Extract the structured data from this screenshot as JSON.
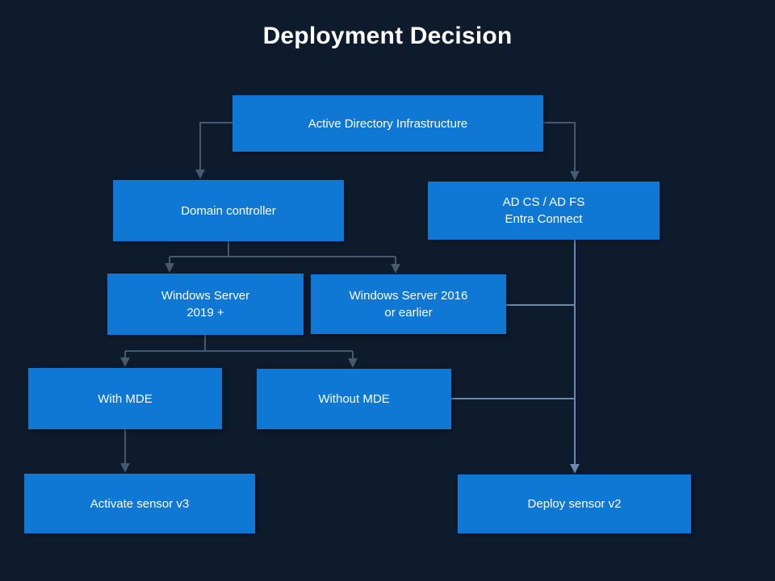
{
  "title": "Deployment Decision",
  "colors": {
    "background": "#0d1b2c",
    "node_fill": "#0f78d4",
    "node_text": "#ffffff",
    "connector_dark": "#47596e",
    "connector_light": "#6889ab"
  },
  "diagram": {
    "type": "flowchart",
    "nodes": {
      "active_directory": {
        "label": "Active Directory Infrastructure"
      },
      "domain_controller": {
        "label": "Domain controller"
      },
      "ad_cs_fs_entra": {
        "label": "AD CS / AD FS\nEntra Connect"
      },
      "ws_2019": {
        "label": "Windows Server\n2019 +"
      },
      "ws_2016": {
        "label": "Windows Server 2016\nor earlier"
      },
      "with_mde": {
        "label": "With MDE"
      },
      "without_mde": {
        "label": "Without MDE"
      },
      "activate_sensor_v3": {
        "label": "Activate sensor v3"
      },
      "deploy_sensor_v2": {
        "label": "Deploy sensor v2"
      }
    },
    "edges": [
      {
        "from": "active_directory",
        "to": "domain_controller"
      },
      {
        "from": "active_directory",
        "to": "ad_cs_fs_entra"
      },
      {
        "from": "domain_controller",
        "to": "ws_2019"
      },
      {
        "from": "domain_controller",
        "to": "ws_2016"
      },
      {
        "from": "ws_2019",
        "to": "with_mde"
      },
      {
        "from": "ws_2019",
        "to": "without_mde"
      },
      {
        "from": "with_mde",
        "to": "activate_sensor_v3"
      },
      {
        "from": "ad_cs_fs_entra",
        "to": "deploy_sensor_v2"
      },
      {
        "from": "ws_2016",
        "to": "deploy_sensor_v2"
      },
      {
        "from": "without_mde",
        "to": "deploy_sensor_v2"
      }
    ]
  }
}
